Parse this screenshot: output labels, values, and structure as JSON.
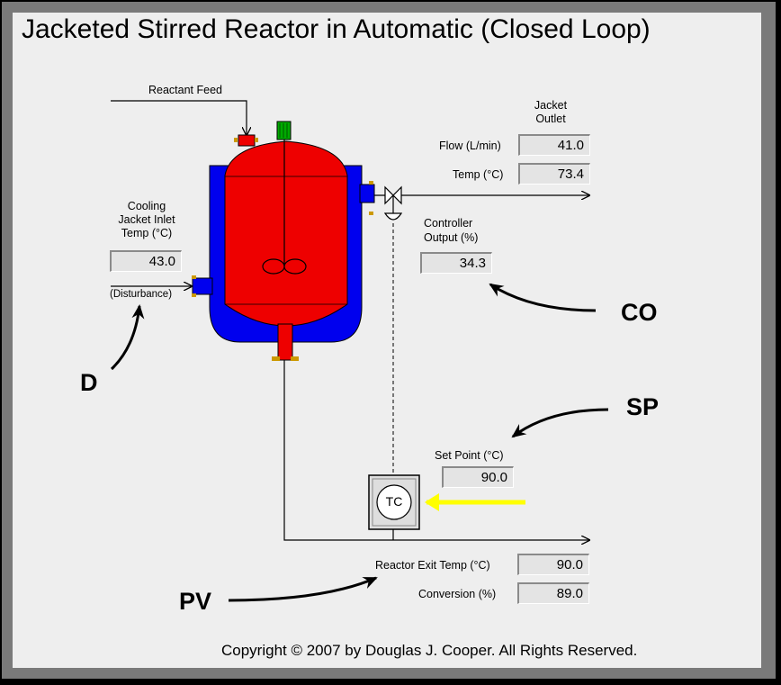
{
  "title": "Jacketed Stirred Reactor in Automatic (Closed Loop)",
  "reactant_feed_label": "Reactant Feed",
  "jacket_outlet": {
    "label_line1": "Jacket",
    "label_line2": "Outlet",
    "flow_label": "Flow (L/min)",
    "flow_value": "41.0",
    "temp_label": "Temp (°C)",
    "temp_value": "73.4"
  },
  "cooling_inlet": {
    "label_line1": "Cooling",
    "label_line2": "Jacket Inlet",
    "label_line3": "Temp (°C)",
    "temp_value": "43.0",
    "disturbance_label": "(Disturbance)"
  },
  "controller_output": {
    "label_line1": "Controller",
    "label_line2": "Output (%)",
    "value": "34.3"
  },
  "set_point": {
    "label": "Set Point (°C)",
    "value": "90.0"
  },
  "controller_symbol": "TC",
  "reactor_exit": {
    "temp_label": "Reactor Exit Temp (°C)",
    "temp_value": "90.0",
    "conversion_label": "Conversion (%)",
    "conversion_value": "89.0"
  },
  "annotations": {
    "co": "CO",
    "sp": "SP",
    "pv": "PV",
    "d": "D"
  },
  "copyright": "Copyright © 2007 by Douglas J. Cooper.  All Rights Reserved.",
  "colors": {
    "reactor": "#ee0000",
    "jacket": "#0000ee",
    "motor": "#008800",
    "highlight_arrow": "#ffff00"
  }
}
